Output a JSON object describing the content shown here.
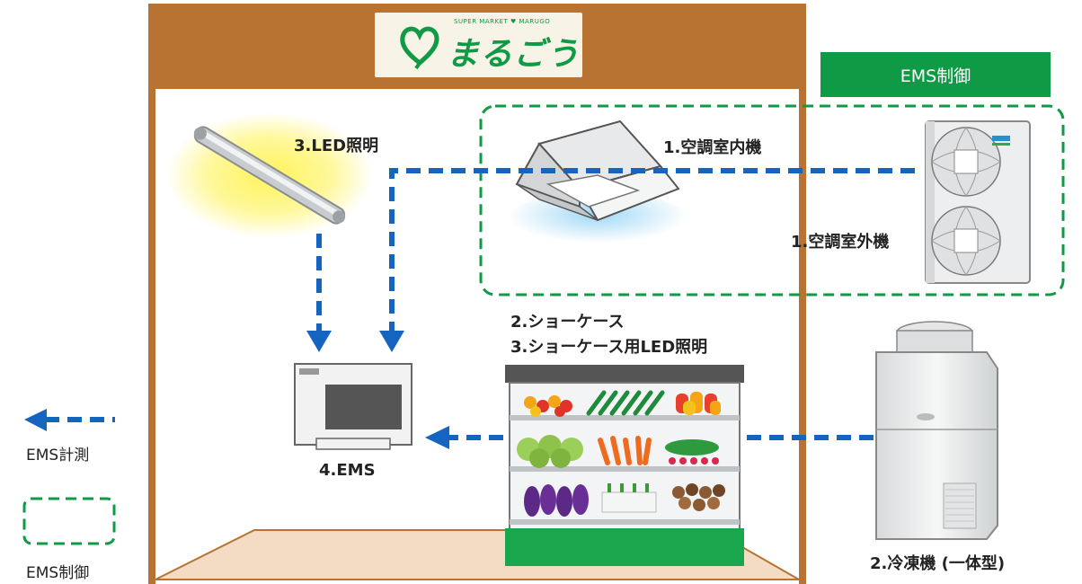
{
  "logo": {
    "name": "まるごう",
    "tagline": "SUPER MARKET ♥ MARUGO"
  },
  "labels": {
    "led_lighting": "3.LED照明",
    "ac_indoor": "1.空調室内機",
    "ac_outdoor": "1.空調室外機",
    "showcase_line1": "2.ショーケース",
    "showcase_line2": "3.ショーケース用LED照明",
    "ems": "4.EMS",
    "refrigerator": "2.冷凍機 (一体型)"
  },
  "control_badge": "EMS制御",
  "legend": {
    "measure": "EMS計測",
    "control": "EMS制御"
  },
  "colors": {
    "wall": "#b87333",
    "ems_green": "#0f9a45",
    "measure_blue": "#1565c0",
    "floor": "#f4dcc4"
  }
}
